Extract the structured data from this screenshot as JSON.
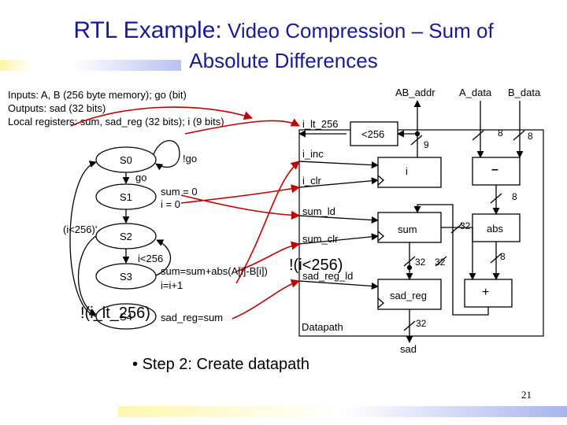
{
  "title": {
    "line1_main": "RTL Example:",
    "line1_rest": " Video Compression – Sum of",
    "line2": "Absolute Differences"
  },
  "spec": {
    "inputs": "Inputs: A, B (256 byte memory); go (bit)",
    "outputs": "Outputs: sad (32 bits)",
    "registers": "Local registers: sum, sad_reg (32 bits); i (9 bits)"
  },
  "fsm": {
    "states": [
      "S0",
      "S1",
      "S2",
      "S3",
      "S4"
    ],
    "not_go": "!go",
    "go": "go",
    "s1_action_line1": "sum = 0",
    "s1_action_line2": "i = 0",
    "cond_not_lt": "(i<256)'",
    "cond_lt": "i<256",
    "s3_action_line1": "sum=sum+abs(A[i]-B[i])",
    "s3_action_line2": "i=i+1",
    "s4_action": "sad_reg=sum"
  },
  "signals": {
    "i_lt_256": "i_lt_256",
    "i_inc": "i_inc",
    "i_clr": "i_clr",
    "sum_ld": "sum_ld",
    "sum_clr": "sum_clr",
    "sad_reg_ld": "sad_reg_ld"
  },
  "datapath": {
    "ab_addr": "AB_addr",
    "a_data": "A_data",
    "b_data": "B_data",
    "lt256": "<256",
    "reg_i": "i",
    "reg_sum": "sum",
    "reg_sad": "sad_reg",
    "subtract": "–",
    "abs": "abs",
    "add": "+",
    "sad_out": "sad",
    "label": "Datapath",
    "width_9": "9",
    "width_8a": "8",
    "width_8b": "8",
    "width_8c": "8",
    "width_8d": "8",
    "width_32a": "32",
    "width_32b": "32",
    "width_32c": "32",
    "width_32d": "32"
  },
  "overlay": {
    "not_lt_256": "!(i<256)",
    "not_lt_256_signal": "!(i_lt_256)"
  },
  "bullet": "Step 2: Create datapath",
  "page_number": "21"
}
